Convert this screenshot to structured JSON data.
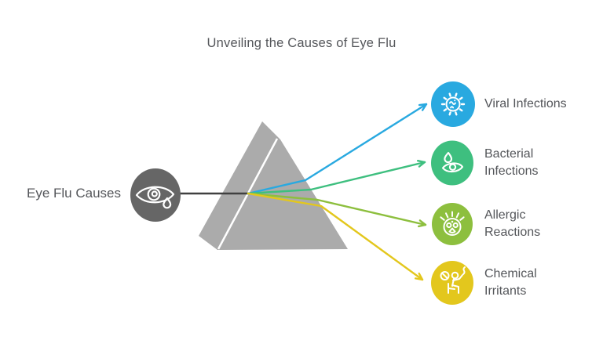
{
  "title": "Unveiling the Causes of Eye Flu",
  "source": {
    "label": "Eye Flu Causes",
    "icon": "crying-eye-icon"
  },
  "colors": {
    "text": "#54565A",
    "prism": "#ABABAB",
    "prism_facet_line": "#FFFFFF",
    "source_circle": "#666666",
    "connector": "#404040"
  },
  "causes": [
    {
      "label": "Viral Infections",
      "lines": [
        "Viral Infections"
      ],
      "icon": "virus-icon",
      "color": "#29A9E0"
    },
    {
      "label": "Bacterial Infections",
      "lines": [
        "Bacterial",
        "Infections"
      ],
      "icon": "eye-droplet-icon",
      "color": "#3EBF7F"
    },
    {
      "label": "Allergic Reactions",
      "lines": [
        "Allergic",
        "Reactions"
      ],
      "icon": "allergen-paw-icon",
      "color": "#8DBF3E"
    },
    {
      "label": "Chemical Irritants",
      "lines": [
        "Chemical",
        "Irritants"
      ],
      "icon": "chemical-exposure-icon",
      "color": "#E3C71D"
    }
  ]
}
